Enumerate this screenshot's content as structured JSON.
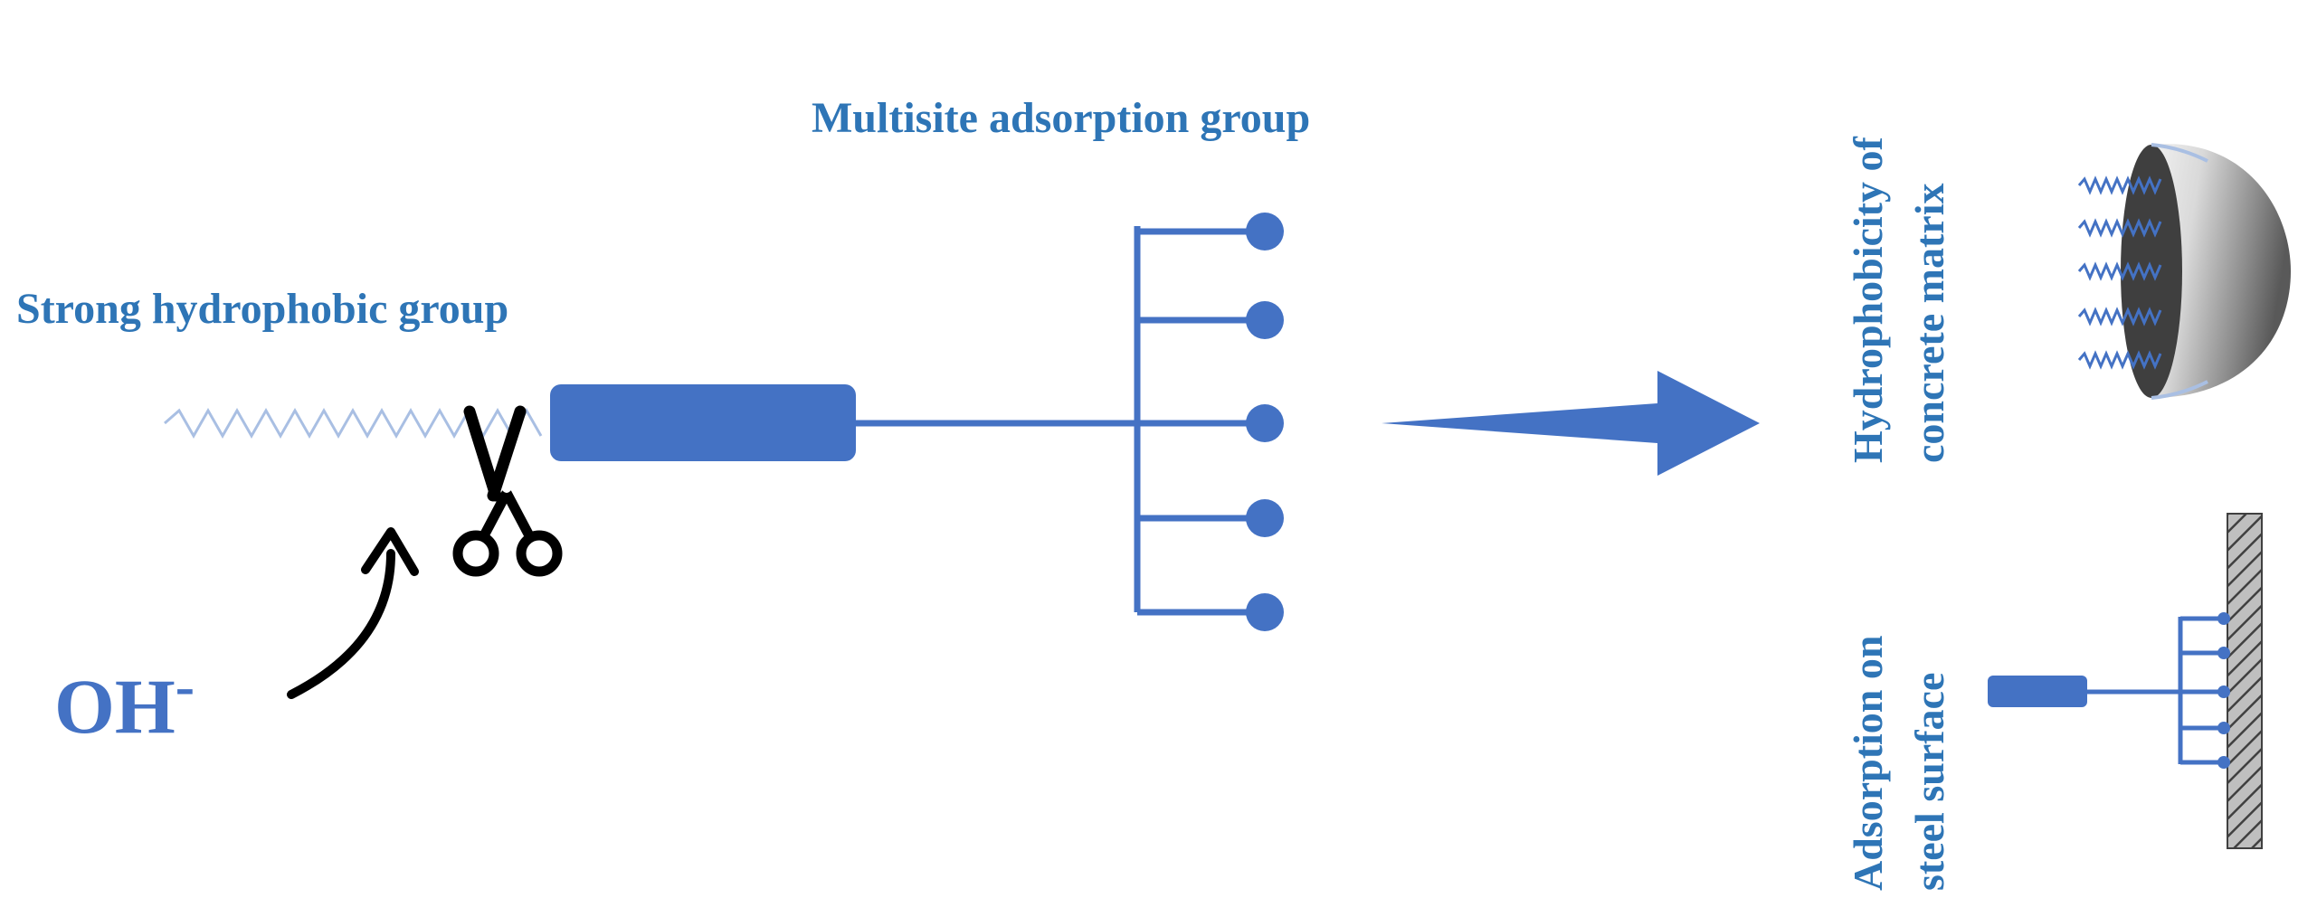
{
  "colors": {
    "primary": "#4472C4",
    "label": "#2E75B6",
    "wave": "#A9BFE3",
    "black": "#000000",
    "hatch": "#7F7F7F",
    "dark": "#3F3F3F"
  },
  "labels": {
    "strong_hydrophobic_group": "Strong hydrophobic group",
    "multisite_adsorption_group": "Multisite adsorption group",
    "hydroxide": "OH",
    "hydroxide_charge": "-",
    "hydrophobicity_line1": "Hydrophobicity of",
    "hydrophobicity_line2": "concrete matrix",
    "adsorption_line1": "Adsorption on",
    "adsorption_line2": "steel surface"
  },
  "icons": {
    "cleave": "scissors-icon",
    "attack": "curved-arrow-icon",
    "result": "arrow-right-icon",
    "particle": "hemisphere-icon",
    "steel": "hatched-wall-icon"
  }
}
